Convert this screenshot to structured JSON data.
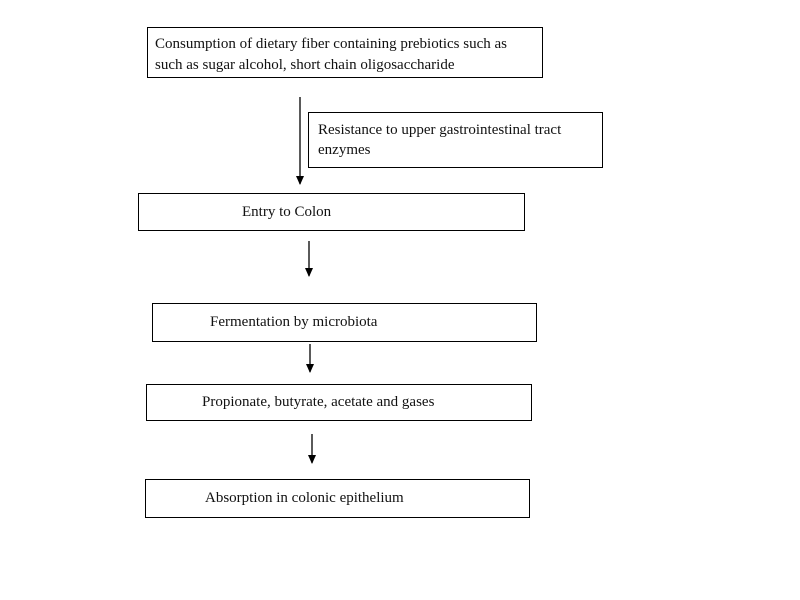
{
  "diagram": {
    "title": "Prebiotic dietary fiber digestion flowchart",
    "colors": {
      "background": "#ffffff",
      "box_border": "#000000",
      "box_fill": "#ffffff",
      "text": "#111111",
      "connector": "#000000"
    },
    "nodes": {
      "consumption": {
        "lines": [
          "Consumption of dietary fiber containing prebiotics such as",
          "such as sugar alcohol, short chain oligosaccharide"
        ]
      },
      "resistance": {
        "lines": [
          "Resistance to upper gastrointestinal tract",
          "enzymes"
        ]
      },
      "entry": {
        "label": "Entry to Colon"
      },
      "fermentation": {
        "label": "Fermentation by microbiota"
      },
      "propionate": {
        "label": "Propionate, butyrate, acetate and gases"
      },
      "absorption": {
        "label": "Absorption in colonic epithelium"
      }
    },
    "flow_order": [
      "consumption",
      "resistance (annotation beside first arrow)",
      "entry",
      "fermentation",
      "propionate",
      "absorption"
    ],
    "arrow_count": 4,
    "arrow_direction": "down"
  }
}
